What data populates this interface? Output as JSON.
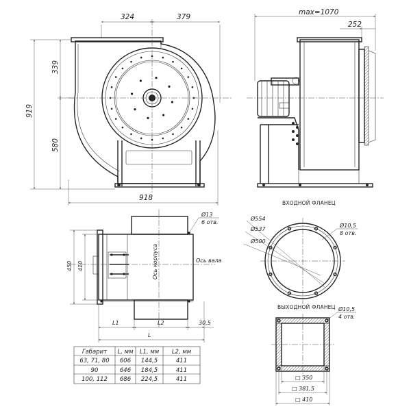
{
  "front_view": {
    "dim_top_left": "324",
    "dim_top_right": "379",
    "dim_height_upper": "339",
    "dim_height_total": "919",
    "dim_height_lower": "580",
    "dim_width_total": "918"
  },
  "side_view": {
    "dim_max_length": "max=1070",
    "dim_flange_offset": "252"
  },
  "plan_view": {
    "hole_dia": "Ø13",
    "hole_count": "6 отв.",
    "dim_outer_height": "450",
    "dim_inner_height": "410",
    "axis_body_label": "Ось корпуса",
    "axis_shaft_label": "Ось вала",
    "dim_l1": "L1",
    "dim_l2": "L2",
    "dim_offset": "30,5",
    "dim_l": "L"
  },
  "inlet_flange": {
    "title": "ВХОДНОЙ ФЛАНЕЦ",
    "d_outer": "Ø554",
    "d_mid": "Ø537",
    "d_inner": "Ø500",
    "hole_dia": "Ø10,5",
    "hole_count": "8 отв."
  },
  "outlet_flange": {
    "title": "ВЫХОДНОЙ ФЛАНЕЦ",
    "hole_dia": "Ø10,5",
    "hole_count": "4 отв.",
    "dim_inner": "□ 350",
    "dim_bolt": "□ 381,5",
    "dim_outer": "□ 410"
  },
  "size_table": {
    "headers": [
      "Габарит",
      "L, мм",
      "L1, мм",
      "L2, мм"
    ],
    "rows": [
      [
        "63, 71, 80",
        "606",
        "144,5",
        "411"
      ],
      [
        "90",
        "646",
        "184,5",
        "411"
      ],
      [
        "100, 112",
        "686",
        "224,5",
        "411"
      ]
    ]
  }
}
